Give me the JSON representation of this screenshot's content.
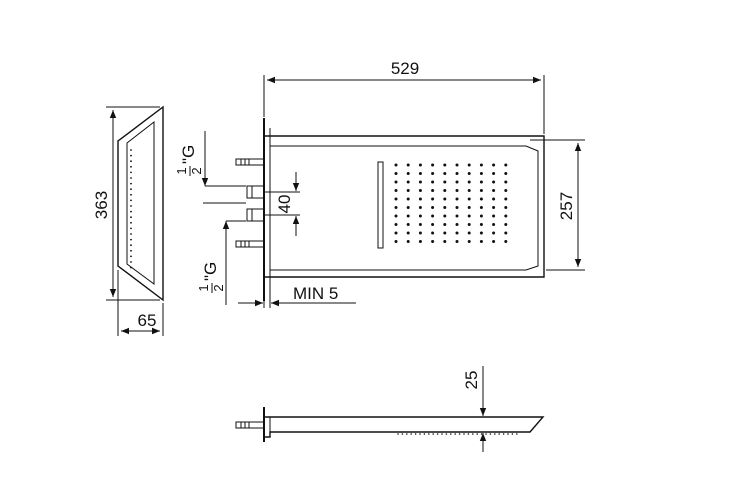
{
  "dimensions": {
    "width_top": "529",
    "height_side": "363",
    "height_front": "257",
    "spacing_40": "40",
    "depth_side": "65",
    "min_wall": "MIN 5",
    "thickness_bottom": "25"
  },
  "connections": {
    "upper": {
      "num": "1",
      "den": "2",
      "unit": "\"G"
    },
    "lower": {
      "num": "1",
      "den": "2",
      "unit": "\"G"
    }
  }
}
